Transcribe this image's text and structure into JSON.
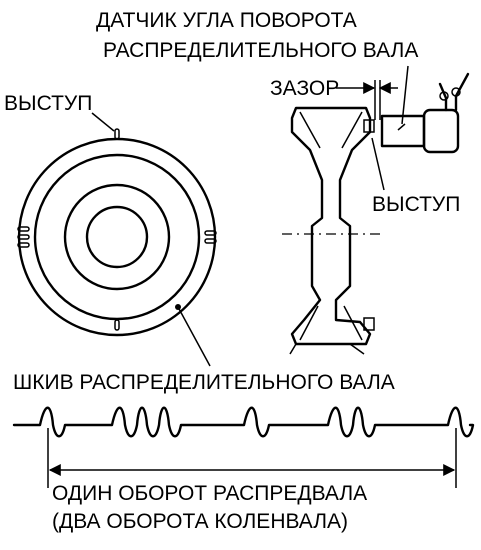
{
  "labels": {
    "sensor_line1": "ДАТЧИК УГЛА ПОВОРОТА",
    "sensor_line2": "РАСПРЕДЕЛИТЕЛЬНОГО ВАЛА",
    "gap": "ЗАЗОР",
    "protrusion_left": "ВЫСТУП",
    "protrusion_right": "ВЫСТУП",
    "pulley": "ШКИВ РАСПРЕДЕЛИТЕЛЬНОГО ВАЛА",
    "revolution_line1": "ОДИН ОБОРОТ РАСПРЕДВАЛА",
    "revolution_line2": "(ДВА ОБОРОТА КОЛЕНВАЛА)"
  },
  "signal": {
    "pulse_groups": [
      1,
      3,
      1,
      2,
      1
    ],
    "description_only": false
  }
}
